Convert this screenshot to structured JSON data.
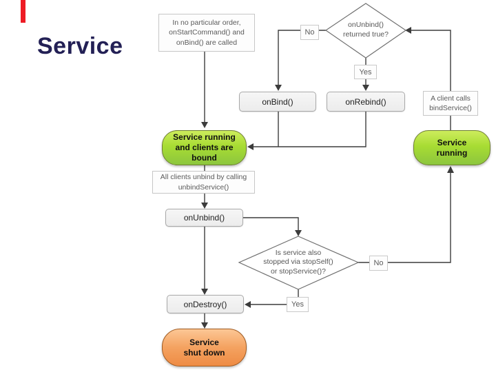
{
  "slide": {
    "title": "Service",
    "accent_bar_color": "#ee1c25"
  },
  "flowchart": {
    "nodes": {
      "start_label": "In no particular order,\nonStartCommand() and\nonBind() are called",
      "top_decision": "onUnbind()\nreturned true?",
      "no_top": "No",
      "yes_top": "Yes",
      "on_bind": "onBind()",
      "on_rebind": "onRebind()",
      "client_calls": "A client calls\nbindService()",
      "running_bound": "Service running\nand clients are\nbound",
      "running": "Service\nrunning",
      "all_unbind": "All clients unbind by calling\nunbindService()",
      "on_unbind": "onUnbind()",
      "bottom_decision": "Is service also\nstopped via stopSelf()\nor stopService()?",
      "no_bottom": "No",
      "yes_bottom": "Yes",
      "on_destroy": "onDestroy()",
      "shutdown": "Service\nshut down"
    },
    "colors": {
      "green_top": "#cdec5d",
      "green_bottom": "#8cc63e",
      "orange_top": "#fcc795",
      "orange_bottom": "#ee8b44",
      "connector": "#3c3c3c",
      "title_color": "#232055"
    }
  }
}
